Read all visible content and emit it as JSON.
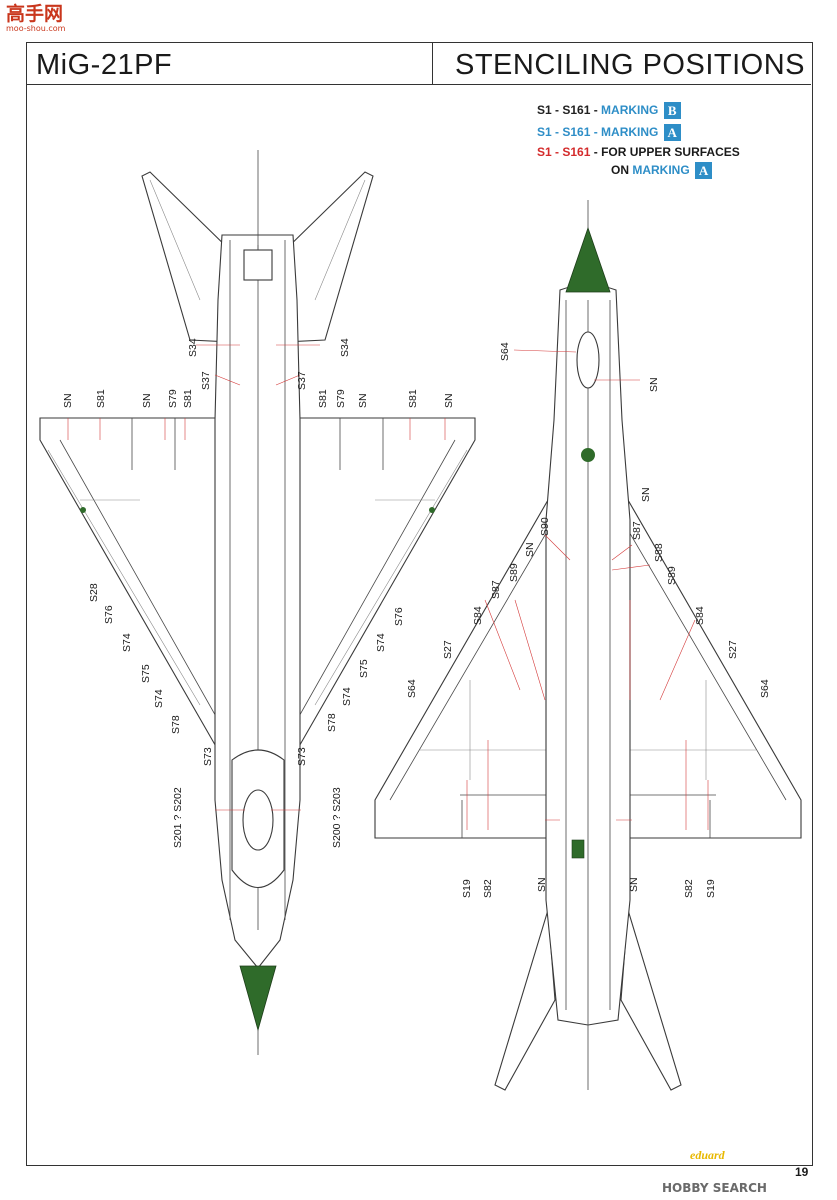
{
  "site_logo": {
    "cn": "高手网",
    "url": "moo-shou.com"
  },
  "header": {
    "left_title": "MiG-21PF",
    "right_title": "STENCILING POSITIONS"
  },
  "legend": {
    "row1": {
      "code": "S1 - S161 -",
      "text": "MARKING",
      "box": "B"
    },
    "row2": {
      "code": "S1 - S161 -",
      "text": "MARKING",
      "box": "A"
    },
    "row3": {
      "code": "S1 - S161",
      "dash": "-",
      "text1": "FOR UPPER SURFACES",
      "text2_prefix": "ON",
      "text2": "MARKING",
      "box": "A"
    },
    "colors": {
      "black": "#222222",
      "blue": "#2e8ec7",
      "red": "#d42b2b"
    }
  },
  "upper_view_labels": {
    "s34_left": "S34",
    "s34_right": "S34",
    "s37_left": "S37",
    "s37_right": "S37",
    "sn_1": "SN",
    "s81_1": "S81",
    "sn_2": "SN",
    "s79_1": "S79",
    "s81_2": "S81",
    "s81_3": "S81",
    "s79_2": "S79",
    "sn_3": "SN",
    "s81_4": "S81",
    "sn_4": "SN",
    "s28": "S28",
    "s76_l": "S76",
    "s74_l": "S74",
    "s75_l": "S75",
    "s74_l2": "S74",
    "s78_l": "S78",
    "s73_l": "S73",
    "s76_r": "S76",
    "s74_r": "S74",
    "s75_r": "S75",
    "s74_r2": "S74",
    "s78_r": "S78",
    "s73_r": "S73",
    "s201": "S201 ? S202",
    "s200": "S200 ? S203"
  },
  "lower_view_labels": {
    "s64_top": "S64",
    "sn_top": "SN",
    "s90": "S90",
    "sn_a": "SN",
    "sn_b": "SN",
    "s87_r": "S87",
    "s88": "S88",
    "s89_r": "S89",
    "s89_l": "S89",
    "s87_l": "S87",
    "s84_l": "S84",
    "s27_l": "S27",
    "s64_l": "S64",
    "s84_r": "S84",
    "s27_r": "S27",
    "s64_r": "S64",
    "s19_l": "S19",
    "s82_l": "S82",
    "sn_c": "SN",
    "sn_d": "SN",
    "s82_r": "S82",
    "s19_r": "S19"
  },
  "footer": {
    "brand": "eduard",
    "page_number": "19",
    "watermark": "HOBBY SEARCH"
  }
}
